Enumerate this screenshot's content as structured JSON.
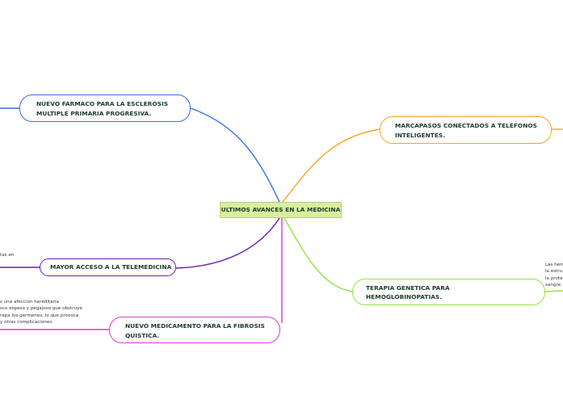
{
  "center": {
    "label": "ULTIMOS AVANCES EN LA MEDICINA"
  },
  "branches": {
    "farmaco": {
      "line1": "NUEVO FARMACO PARA LA ESCLEROSIS",
      "line2": "MULTIPLE PRIMARIA PROGRESIVA.",
      "color": "#3a72e0"
    },
    "marcapasos": {
      "line1": "MARCAPASOS CONECTADOS A TELEFONOS",
      "line2": "INTELIGENTES.",
      "color": "#f5a623"
    },
    "telemedicina": {
      "line1": "MAYOR ACCESO A LA TELEMEDICINA",
      "color": "#6a1bb5"
    },
    "terapia": {
      "line1": "TERAPIA GENETICA PARA",
      "line2": "HEMOGLOBINOPATIAS.",
      "color": "#8ee53f"
    },
    "fibrosis": {
      "line1": "NUEVO MEDICAMENTO PARA LA FIBROSIS",
      "line2": "QUISTICA.",
      "color": "#d43fd4"
    }
  },
  "notes": {
    "telemedicina": "tas en",
    "fibrosis": "s una afeccion hereditaria\nsco espeso y pegajoso que obstruye\nrapa los germenes, lo que provoca\ny otras complicaciones.",
    "terapia": "Las hem\nla estru\nla prote\nsangre."
  }
}
